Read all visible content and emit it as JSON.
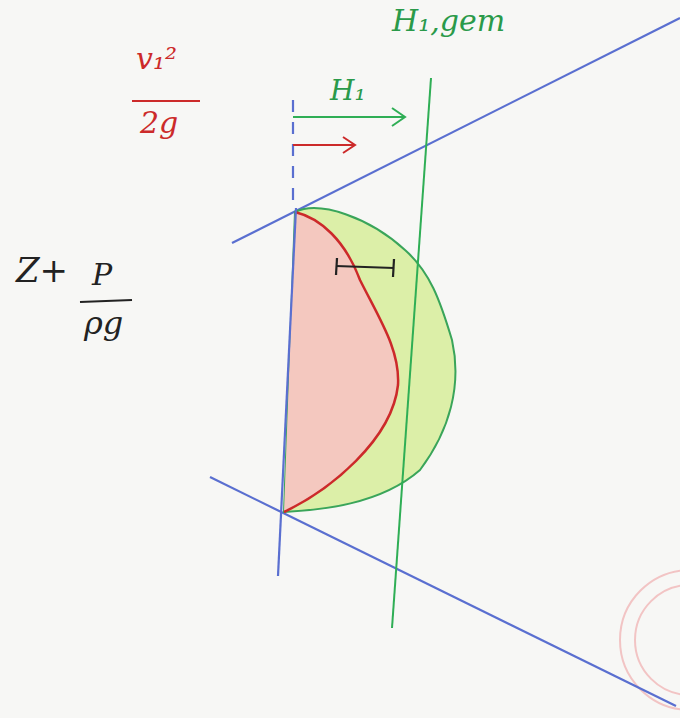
{
  "diagram": {
    "labels": [
      "v₁²",
      "2g",
      "H₁,gem",
      "H₁",
      "Z+",
      "P",
      "ρg"
    ]
  }
}
